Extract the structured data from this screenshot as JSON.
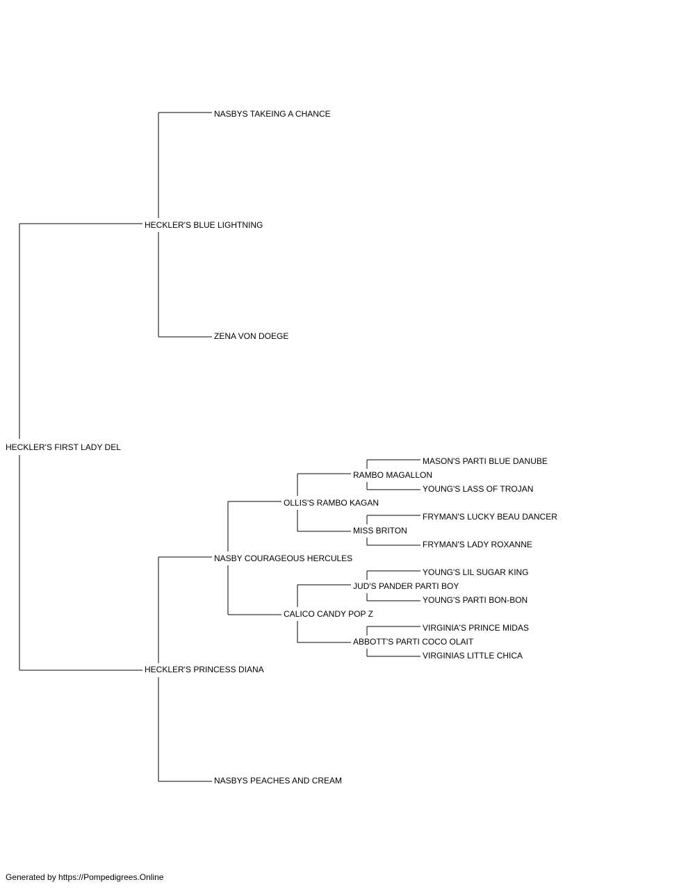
{
  "pedigree": {
    "subject": "HECKLER'S FIRST LADY DEL",
    "sire": "HECKLER'S BLUE LIGHTNING",
    "sire_sire": "NASBYS TAKEING A CHANCE",
    "sire_dam": "ZENA VON DOEGE",
    "dam": "HECKLER'S PRINCESS DIANA",
    "dam_sire": "NASBY COURAGEOUS HERCULES",
    "dam_dam": "NASBYS PEACHES AND CREAM",
    "dam_sire_sire": "OLLIS'S RAMBO KAGAN",
    "dam_sire_dam": "CALICO CANDY POP Z",
    "dam_sire_sire_sire": "RAMBO MAGALLON",
    "dam_sire_sire_dam": "MISS BRITON",
    "dam_sire_dam_sire": "JUD'S PANDER PARTI BOY",
    "dam_sire_dam_dam": "ABBOTT'S PARTI COCO OLAIT",
    "rambo_magallon_sire": "MASON'S PARTI BLUE DANUBE",
    "rambo_magallon_dam": "YOUNG'S LASS OF TROJAN",
    "miss_briton_sire": "FRYMAN'S LUCKY BEAU DANCER",
    "miss_briton_dam": "FRYMAN'S LADY ROXANNE",
    "juds_pander_sire": "YOUNG'S LIL SUGAR KING",
    "juds_pander_dam": "YOUNG'S PARTI BON-BON",
    "abbotts_coco_sire": "VIRGINIA'S PRINCE MIDAS",
    "abbotts_coco_dam": "VIRGINIAS LITTLE CHICA"
  },
  "footer": "Generated by https://Pompedigrees.Online"
}
